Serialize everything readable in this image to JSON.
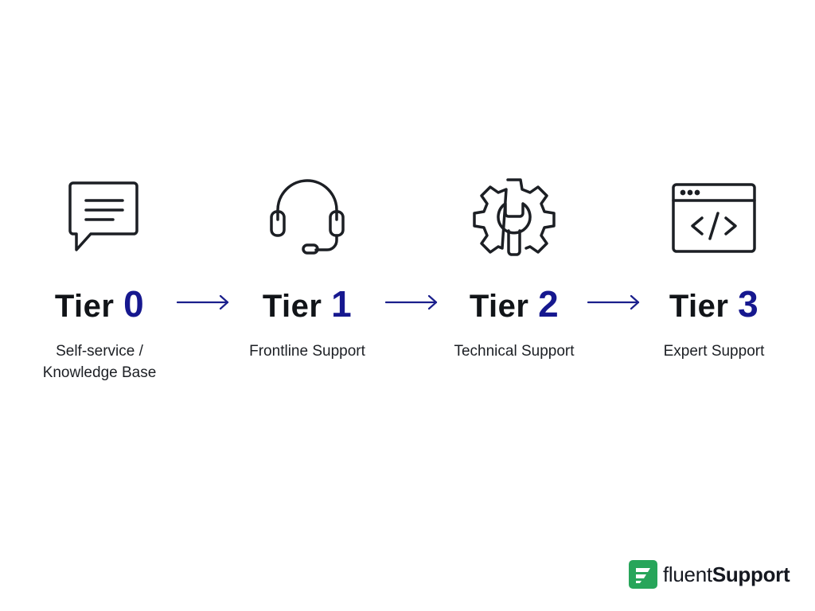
{
  "tiers": [
    {
      "label": "Tier",
      "number": "0",
      "subtitle_line1": "Self-service /",
      "subtitle_line2": "Knowledge Base",
      "icon": "chat-bubble-icon"
    },
    {
      "label": "Tier",
      "number": "1",
      "subtitle_line1": "Frontline Support",
      "icon": "headset-icon"
    },
    {
      "label": "Tier",
      "number": "2",
      "subtitle_line1": "Technical Support",
      "icon": "gear-wrench-icon"
    },
    {
      "label": "Tier",
      "number": "3",
      "subtitle_line1": "Expert Support",
      "icon": "code-window-icon"
    }
  ],
  "colors": {
    "number_accent": "#16188f",
    "arrow": "#1a1f8c",
    "brand_green": "#27a55a",
    "text": "#111418"
  },
  "brand": {
    "name_light": "fluent",
    "name_bold": "Support"
  }
}
